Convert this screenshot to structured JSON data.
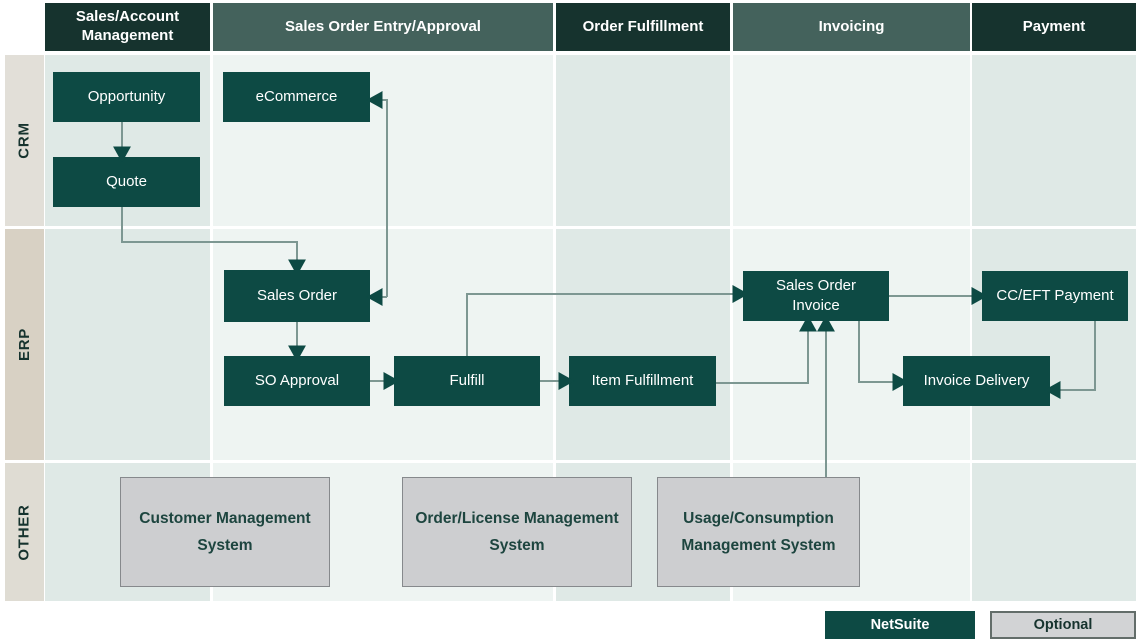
{
  "columns": [
    {
      "label": "Sales/Account Management",
      "tone": "dark"
    },
    {
      "label": "Sales Order Entry/Approval",
      "tone": "sage"
    },
    {
      "label": "Order Fulfillment",
      "tone": "dark"
    },
    {
      "label": "Invoicing",
      "tone": "sage"
    },
    {
      "label": "Payment",
      "tone": "dark"
    }
  ],
  "rows": [
    {
      "label": "CRM"
    },
    {
      "label": "ERP"
    },
    {
      "label": "OTHER"
    }
  ],
  "nodes": {
    "opportunity": {
      "label": "Opportunity",
      "type": "netsuite",
      "row": "CRM",
      "column": "Sales/Account Management"
    },
    "quote": {
      "label": "Quote",
      "type": "netsuite",
      "row": "CRM",
      "column": "Sales/Account Management"
    },
    "ecommerce": {
      "label": "eCommerce",
      "type": "netsuite",
      "row": "CRM",
      "column": "Sales Order Entry/Approval"
    },
    "sales-order": {
      "label": "Sales Order",
      "type": "netsuite",
      "row": "ERP",
      "column": "Sales Order Entry/Approval"
    },
    "so-approval": {
      "label": "SO Approval",
      "type": "netsuite",
      "row": "ERP",
      "column": "Sales Order Entry/Approval"
    },
    "fulfill": {
      "label": "Fulfill",
      "type": "netsuite",
      "row": "ERP",
      "column": "Sales Order Entry/Approval"
    },
    "item-fulfillment": {
      "label": "Item Fulfillment",
      "type": "netsuite",
      "row": "ERP",
      "column": "Order Fulfillment"
    },
    "sales-order-invoice": {
      "label": "Sales Order Invoice",
      "type": "netsuite",
      "row": "ERP",
      "column": "Invoicing"
    },
    "cc-eft-payment": {
      "label": "CC/EFT Payment",
      "type": "netsuite",
      "row": "ERP",
      "column": "Payment"
    },
    "invoice-delivery": {
      "label": "Invoice Delivery",
      "type": "netsuite",
      "row": "ERP",
      "column": "Payment"
    },
    "cms": {
      "label": "Customer Management System",
      "type": "optional",
      "row": "OTHER",
      "column": "Sales/Account Management"
    },
    "olms": {
      "label": "Order/License Management System",
      "type": "optional",
      "row": "OTHER",
      "column": "Sales Order Entry/Approval"
    },
    "ucms": {
      "label": "Usage/Consumption Management System",
      "type": "optional",
      "row": "OTHER",
      "column": "Order Fulfillment"
    }
  },
  "edges": [
    {
      "from": "opportunity",
      "to": "quote"
    },
    {
      "from": "quote",
      "to": "sales-order"
    },
    {
      "from": "ecommerce",
      "to": "sales-order",
      "bidirectional": true
    },
    {
      "from": "sales-order",
      "to": "so-approval"
    },
    {
      "from": "so-approval",
      "to": "fulfill"
    },
    {
      "from": "fulfill",
      "to": "sales-order-invoice"
    },
    {
      "from": "fulfill",
      "to": "item-fulfillment"
    },
    {
      "from": "item-fulfillment",
      "to": "sales-order-invoice"
    },
    {
      "from": "ucms",
      "to": "sales-order-invoice"
    },
    {
      "from": "sales-order-invoice",
      "to": "cc-eft-payment"
    },
    {
      "from": "sales-order-invoice",
      "to": "invoice-delivery"
    },
    {
      "from": "cc-eft-payment",
      "to": "invoice-delivery"
    }
  ],
  "legend": {
    "netsuite_label": "NetSuite",
    "optional_label": "Optional"
  },
  "colors": {
    "netsuite": "#0d4a44",
    "header-dark": "#16332e",
    "header-sage": "#44625c",
    "lane-dark": "#dfe9e6",
    "lane-light": "#eef4f2",
    "label-crm": "#e2dfd8",
    "label-erp": "#d8d1c4",
    "label-other": "#dfdcd3",
    "optional-fill": "#cdced0",
    "optional-border": "#86898c",
    "legend-optional-fill": "#d2d3d5",
    "legend-optional-border": "#636d6a",
    "line": "#7d9792",
    "arrowhead": "#0d4a44",
    "text-dark": "#1d453f"
  }
}
